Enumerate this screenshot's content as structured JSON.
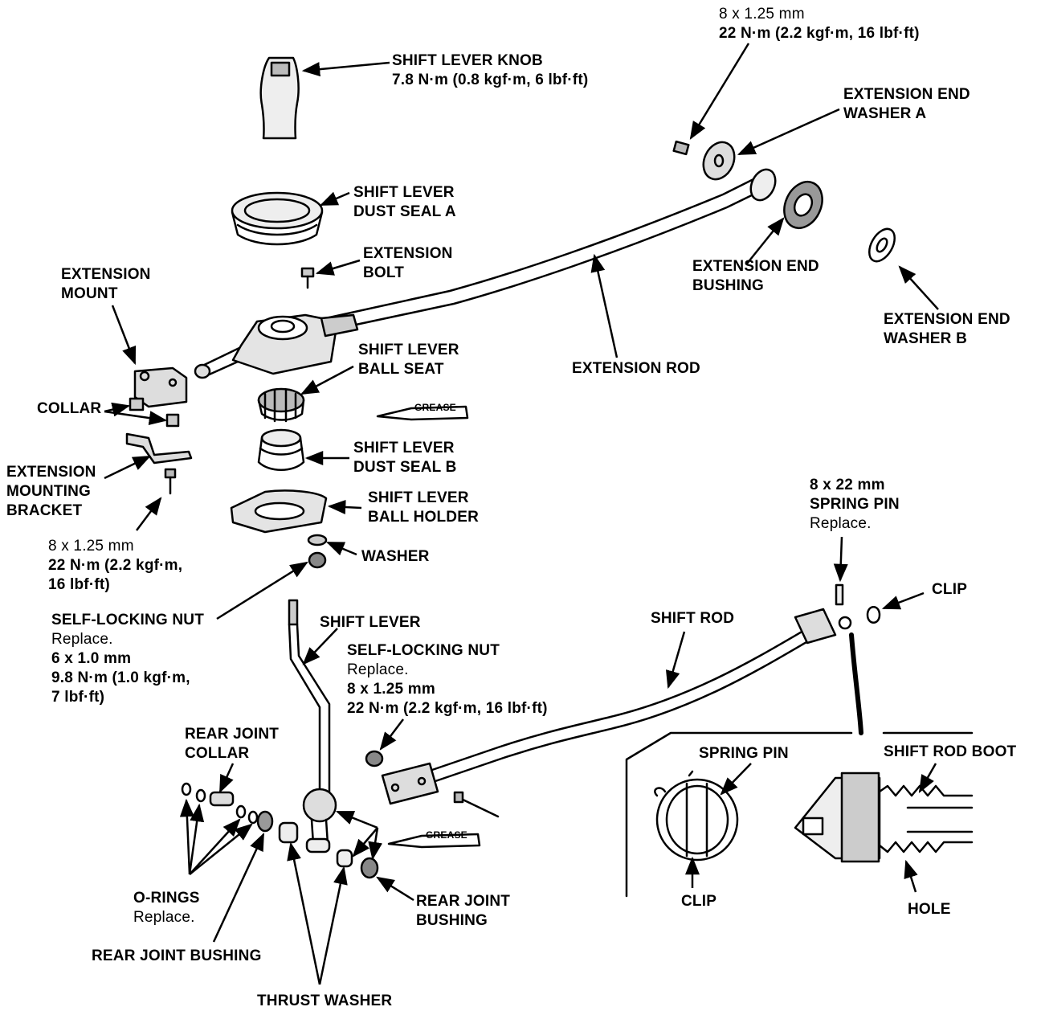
{
  "colors": {
    "ink": "#000000",
    "paper": "#ffffff",
    "fill": "#d8d8d8",
    "dark": "#555555"
  },
  "labels": {
    "top_bolt_1": "8 x 1.25 mm",
    "top_bolt_2": "22 N·m (2.2 kgf·m, 16 lbf·ft)",
    "knob_1": "SHIFT LEVER KNOB",
    "knob_2": "7.8 N·m (0.8 kgf·m, 6 lbf·ft)",
    "washer_a_1": "EXTENSION END",
    "washer_a_2": "WASHER A",
    "dust_seal_a_1": "SHIFT LEVER",
    "dust_seal_a_2": "DUST SEAL A",
    "ext_bolt_1": "EXTENSION",
    "ext_bolt_2": "BOLT",
    "ext_mount_1": "EXTENSION",
    "ext_mount_2": "MOUNT",
    "end_bushing_1": "EXTENSION END",
    "end_bushing_2": "BUSHING",
    "washer_b_1": "EXTENSION END",
    "washer_b_2": "WASHER B",
    "ball_seat_1": "SHIFT LEVER",
    "ball_seat_2": "BALL SEAT",
    "ext_rod": "EXTENSION ROD",
    "collar": "COLLAR",
    "dust_seal_b_1": "SHIFT LEVER",
    "dust_seal_b_2": "DUST SEAL B",
    "bracket_1": "EXTENSION",
    "bracket_2": "MOUNTING",
    "bracket_3": "BRACKET",
    "ball_holder_1": "SHIFT LEVER",
    "ball_holder_2": "BALL HOLDER",
    "left_bolt_1": "8 x 1.25 mm",
    "left_bolt_2": "22 N·m (2.2 kgf·m,",
    "left_bolt_3": "16 lbf·ft)",
    "washer": "WASHER",
    "spring_pin_1": "8 x 22 mm",
    "spring_pin_2": "SPRING PIN",
    "spring_pin_3": "Replace.",
    "clip_top": "CLIP",
    "nut_left_1": "SELF-LOCKING NUT",
    "nut_left_2": "Replace.",
    "nut_left_3": "6 x 1.0 mm",
    "nut_left_4": "9.8 N·m (1.0 kgf·m,",
    "nut_left_5": "7 lbf·ft)",
    "shift_lever": "SHIFT LEVER",
    "shift_rod": "SHIFT ROD",
    "nut_mid_1": "SELF-LOCKING NUT",
    "nut_mid_2": "Replace.",
    "nut_mid_3": "8 x 1.25 mm",
    "nut_mid_4": "22 N·m (2.2 kgf·m, 16 lbf·ft)",
    "rj_collar_1": "REAR JOINT",
    "rj_collar_2": "COLLAR",
    "detail_spring_pin": "SPRING PIN",
    "detail_boot": "SHIFT ROD BOOT",
    "orings_1": "O-RINGS",
    "orings_2": "Replace.",
    "rj_bushing_right_1": "REAR JOINT",
    "rj_bushing_right_2": "BUSHING",
    "detail_clip": "CLIP",
    "detail_hole": "HOLE",
    "rj_bushing_left": "REAR JOINT BUSHING",
    "thrust_washer": "THRUST WASHER",
    "grease_1": "GREASE",
    "grease_2": "GREASE"
  }
}
